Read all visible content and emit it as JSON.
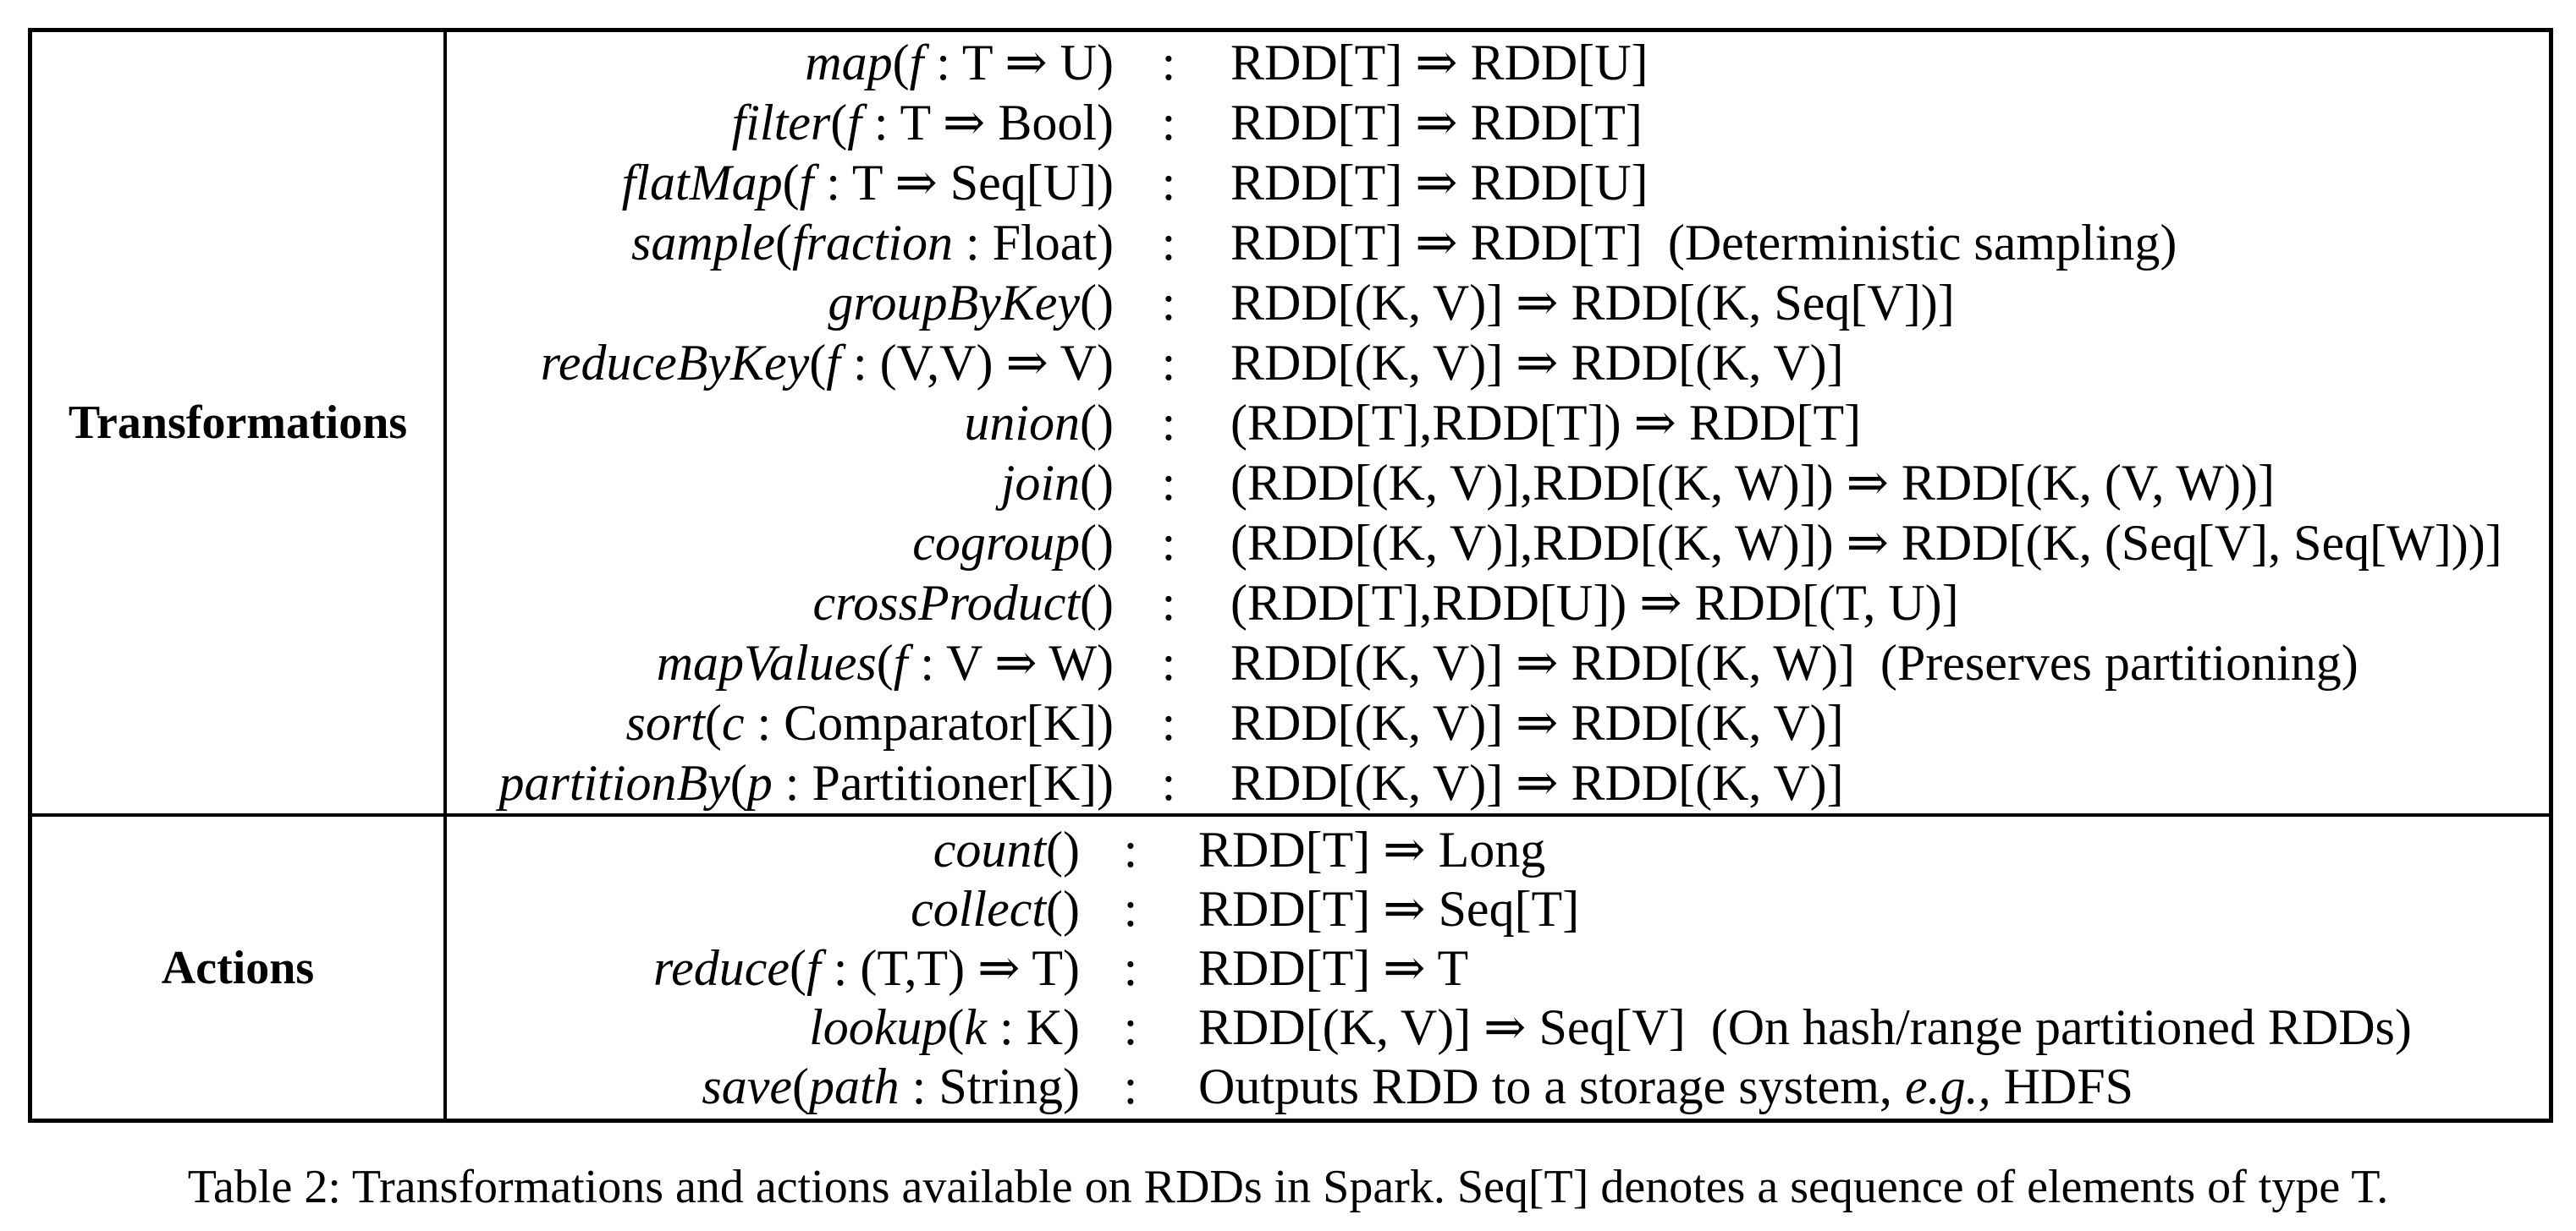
{
  "table": {
    "colon": ":",
    "sections": [
      {
        "label": "Transformations",
        "rows": [
          {
            "sig": [
              [
                "map",
                1
              ],
              [
                "(",
                0
              ],
              [
                "f",
                1
              ],
              [
                " : T ⇒ U)",
                0
              ]
            ],
            "result": [
              [
                "RDD[T] ⇒ RDD[U]",
                0
              ]
            ]
          },
          {
            "sig": [
              [
                "filter",
                1
              ],
              [
                "(",
                0
              ],
              [
                "f",
                1
              ],
              [
                " : T ⇒ Bool)",
                0
              ]
            ],
            "result": [
              [
                "RDD[T] ⇒ RDD[T]",
                0
              ]
            ]
          },
          {
            "sig": [
              [
                "flatMap",
                1
              ],
              [
                "(",
                0
              ],
              [
                "f",
                1
              ],
              [
                " : T ⇒ Seq[U])",
                0
              ]
            ],
            "result": [
              [
                "RDD[T] ⇒ RDD[U]",
                0
              ]
            ]
          },
          {
            "sig": [
              [
                "sample",
                1
              ],
              [
                "(",
                0
              ],
              [
                "fraction",
                1
              ],
              [
                " : Float)",
                0
              ]
            ],
            "result": [
              [
                "RDD[T] ⇒ RDD[T]  (Deterministic sampling)",
                0
              ]
            ]
          },
          {
            "sig": [
              [
                "groupByKey",
                1
              ],
              [
                "()",
                0
              ]
            ],
            "result": [
              [
                "RDD[(K, V)] ⇒ RDD[(K, Seq[V])]",
                0
              ]
            ]
          },
          {
            "sig": [
              [
                "reduceByKey",
                1
              ],
              [
                "(",
                0
              ],
              [
                "f",
                1
              ],
              [
                " : (V,V) ⇒ V)",
                0
              ]
            ],
            "result": [
              [
                "RDD[(K, V)] ⇒ RDD[(K, V)]",
                0
              ]
            ]
          },
          {
            "sig": [
              [
                "union",
                1
              ],
              [
                "()",
                0
              ]
            ],
            "result": [
              [
                "(RDD[T],RDD[T]) ⇒ RDD[T]",
                0
              ]
            ]
          },
          {
            "sig": [
              [
                "join",
                1
              ],
              [
                "()",
                0
              ]
            ],
            "result": [
              [
                "(RDD[(K, V)],RDD[(K, W)]) ⇒ RDD[(K, (V, W))]",
                0
              ]
            ]
          },
          {
            "sig": [
              [
                "cogroup",
                1
              ],
              [
                "()",
                0
              ]
            ],
            "result": [
              [
                "(RDD[(K, V)],RDD[(K, W)]) ⇒ RDD[(K, (Seq[V], Seq[W]))]",
                0
              ]
            ]
          },
          {
            "sig": [
              [
                "crossProduct",
                1
              ],
              [
                "()",
                0
              ]
            ],
            "result": [
              [
                "(RDD[T],RDD[U]) ⇒ RDD[(T, U)]",
                0
              ]
            ]
          },
          {
            "sig": [
              [
                "mapValues",
                1
              ],
              [
                "(",
                0
              ],
              [
                "f",
                1
              ],
              [
                " : V ⇒ W)",
                0
              ]
            ],
            "result": [
              [
                "RDD[(K, V)] ⇒ RDD[(K, W)]  (Preserves partitioning)",
                0
              ]
            ]
          },
          {
            "sig": [
              [
                "sort",
                1
              ],
              [
                "(",
                0
              ],
              [
                "c",
                1
              ],
              [
                " : Comparator[K])",
                0
              ]
            ],
            "result": [
              [
                "RDD[(K, V)] ⇒ RDD[(K, V)]",
                0
              ]
            ]
          },
          {
            "sig": [
              [
                "partitionBy",
                1
              ],
              [
                "(",
                0
              ],
              [
                "p",
                1
              ],
              [
                " : Partitioner[K])",
                0
              ]
            ],
            "result": [
              [
                "RDD[(K, V)] ⇒ RDD[(K, V)]",
                0
              ]
            ]
          }
        ]
      },
      {
        "label": "Actions",
        "rows": [
          {
            "sig": [
              [
                "count",
                1
              ],
              [
                "()",
                0
              ]
            ],
            "result": [
              [
                "RDD[T] ⇒ Long",
                0
              ]
            ]
          },
          {
            "sig": [
              [
                "collect",
                1
              ],
              [
                "()",
                0
              ]
            ],
            "result": [
              [
                "RDD[T] ⇒ Seq[T]",
                0
              ]
            ]
          },
          {
            "sig": [
              [
                "reduce",
                1
              ],
              [
                "(",
                0
              ],
              [
                "f",
                1
              ],
              [
                " : (T,T) ⇒ T)",
                0
              ]
            ],
            "result": [
              [
                "RDD[T] ⇒ T",
                0
              ]
            ]
          },
          {
            "sig": [
              [
                "lookup",
                1
              ],
              [
                "(",
                0
              ],
              [
                "k",
                1
              ],
              [
                " : K)",
                0
              ]
            ],
            "result": [
              [
                "RDD[(K, V)] ⇒ Seq[V]  (On hash/range partitioned RDDs)",
                0
              ]
            ]
          },
          {
            "sig": [
              [
                "save",
                1
              ],
              [
                "(",
                0
              ],
              [
                "path",
                1
              ],
              [
                " : String)",
                0
              ]
            ],
            "result": [
              [
                "Outputs RDD to a storage system, ",
                0
              ],
              [
                "e.g.,",
                1
              ],
              [
                " HDFS",
                0
              ]
            ]
          }
        ]
      }
    ]
  },
  "caption": {
    "text": "Table 2: Transformations and actions available on RDDs in Spark. Seq[T] denotes a sequence of elements of type T."
  }
}
